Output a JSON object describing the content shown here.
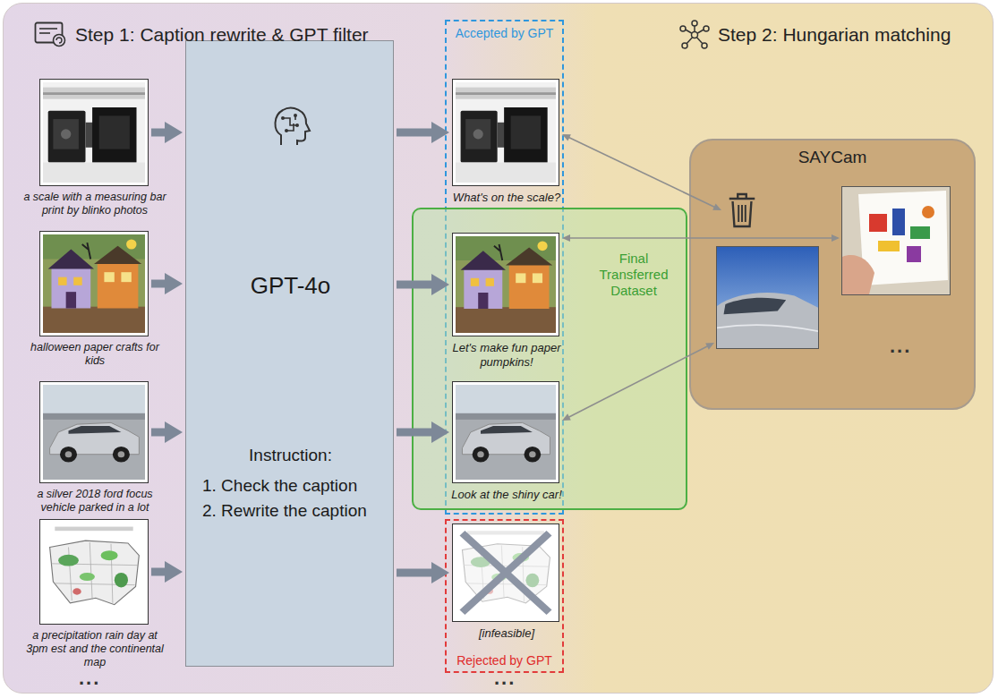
{
  "diagram": {
    "nodes": [
      {
        "text": [
          "a scale with a measuring bar print by blinko photos"
        ]
      },
      {
        "text": [
          "halloween paper crafts for kids"
        ]
      },
      {
        "text": [
          "a silver 2018 ford focus vehicle parked in a lot"
        ]
      },
      {
        "text": [
          "a precipitation rain day at 3pm est and the continental map"
        ]
      },
      {
        "text": [
          "GPT-4o",
          "Instruction:",
          "1. Check the caption",
          "2. Rewrite the caption"
        ]
      },
      {
        "text": [
          "Accepted by GPT"
        ]
      },
      {
        "text": [
          "What's on the scale?"
        ],
        "in": 5
      },
      {
        "text": [
          "Final Transferred Dataset"
        ]
      },
      {
        "text": [
          "Let's make fun paper pumpkins!"
        ],
        "in": 7
      },
      {
        "text": [
          "Look at the shiny car!"
        ],
        "in": 7
      },
      {
        "text": [
          "Rejected by GPT"
        ]
      },
      {
        "text": [
          "[infeasible]"
        ],
        "in": 10
      },
      {
        "text": [
          "SAYCam"
        ]
      }
    ],
    "edges": [
      {
        "from": 0,
        "to": 4,
        "arrow": "to"
      },
      {
        "from": 1,
        "to": 4,
        "arrow": "to"
      },
      {
        "from": 2,
        "to": 4,
        "arrow": "to"
      },
      {
        "from": 3,
        "to": 4,
        "arrow": "to"
      },
      {
        "from": 4,
        "to": 6,
        "arrow": "to"
      },
      {
        "from": 4,
        "to": 8,
        "arrow": "to"
      },
      {
        "from": 4,
        "to": 9,
        "arrow": "to"
      },
      {
        "from": 4,
        "to": 11,
        "arrow": "to"
      },
      {
        "from": 12,
        "to": 6,
        "arrow": "both"
      },
      {
        "from": 12,
        "to": 8,
        "arrow": "both"
      },
      {
        "from": 12,
        "to": 9,
        "arrow": "both"
      }
    ],
    "labels": [
      "Step 1: Caption rewrite & GPT filter",
      "Step 2: Hungarian matching",
      "...",
      "...",
      "..."
    ]
  }
}
